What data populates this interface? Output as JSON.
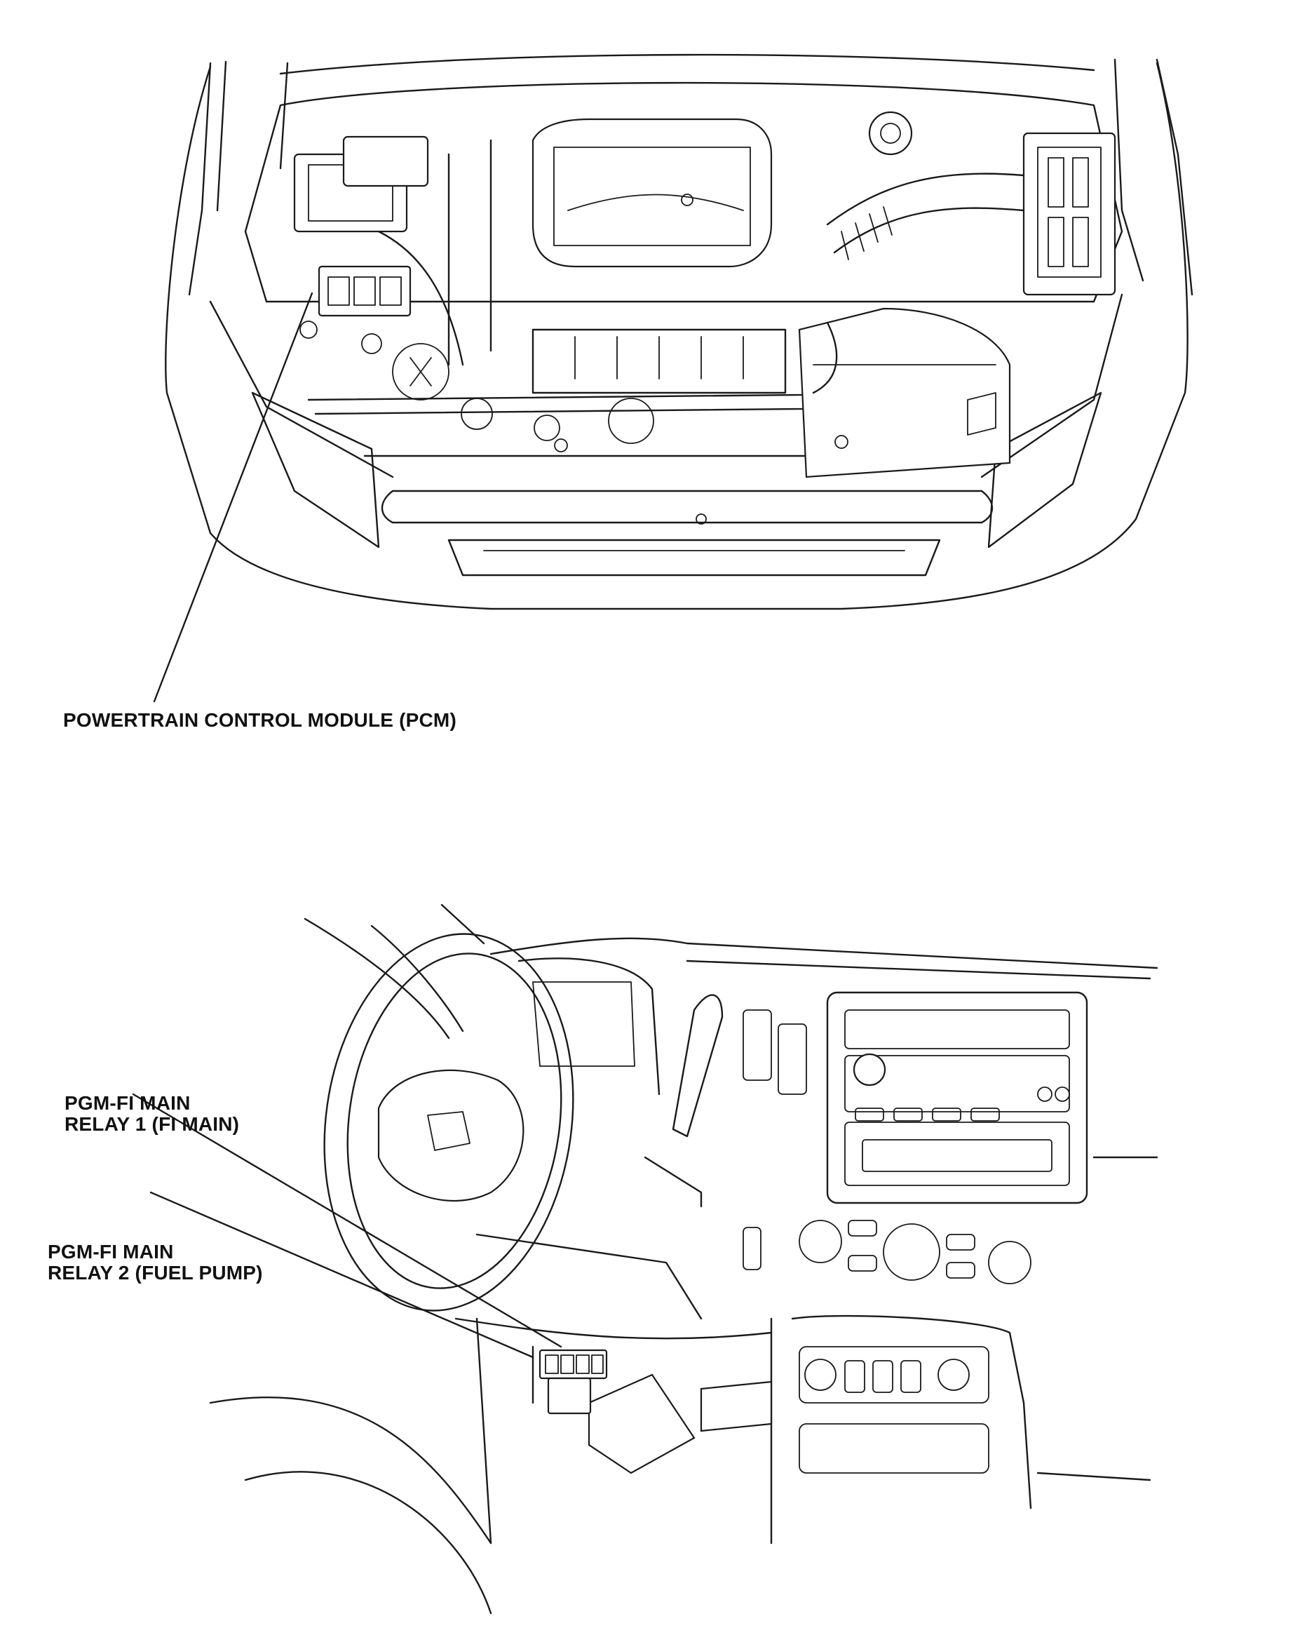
{
  "labels": {
    "pcm": "POWERTRAIN CONTROL MODULE (PCM)",
    "relay1_line1": "PGM-FI MAIN",
    "relay1_line2": "RELAY 1 (FI MAIN)",
    "relay2_line1": "PGM-FI MAIN",
    "relay2_line2": "RELAY 2 (FUEL PUMP)"
  },
  "icons": {
    "engine": "engine-bay-illustration",
    "dashboard": "dashboard-illustration"
  }
}
